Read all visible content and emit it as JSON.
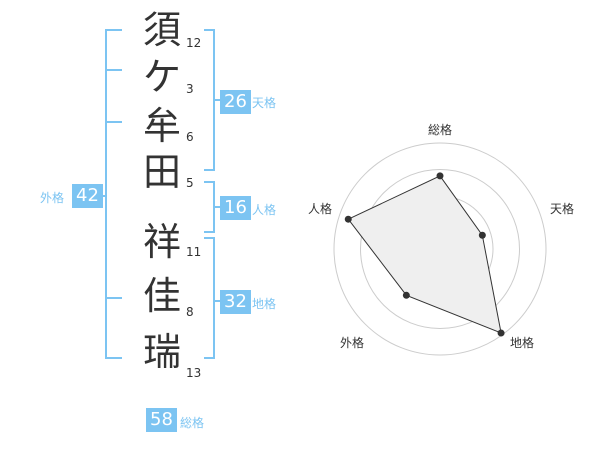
{
  "name_chars": [
    {
      "char": "須",
      "strokes": "12"
    },
    {
      "char": "ケ",
      "strokes": "3"
    },
    {
      "char": "牟",
      "strokes": "6"
    },
    {
      "char": "田",
      "strokes": "5"
    },
    {
      "char": "祥",
      "strokes": "11"
    },
    {
      "char": "佳",
      "strokes": "8"
    },
    {
      "char": "瑞",
      "strokes": "13"
    }
  ],
  "kaku": {
    "tenkaku": {
      "value": "26",
      "label": "天格"
    },
    "jinkaku": {
      "value": "16",
      "label": "人格"
    },
    "chikaku": {
      "value": "32",
      "label": "地格"
    },
    "gaikaku": {
      "value": "42",
      "label": "外格"
    },
    "soukaku": {
      "value": "58",
      "label": "総格"
    }
  },
  "radar": {
    "axes": [
      "総格",
      "天格",
      "地格",
      "外格",
      "人格"
    ],
    "levels": 4,
    "values_fraction": [
      0.69,
      0.42,
      0.98,
      0.54,
      0.91
    ],
    "colors": {
      "fill": "#efefef",
      "stroke": "#333333",
      "grid": "#cccccc",
      "accent": "#7cc4f2"
    }
  }
}
